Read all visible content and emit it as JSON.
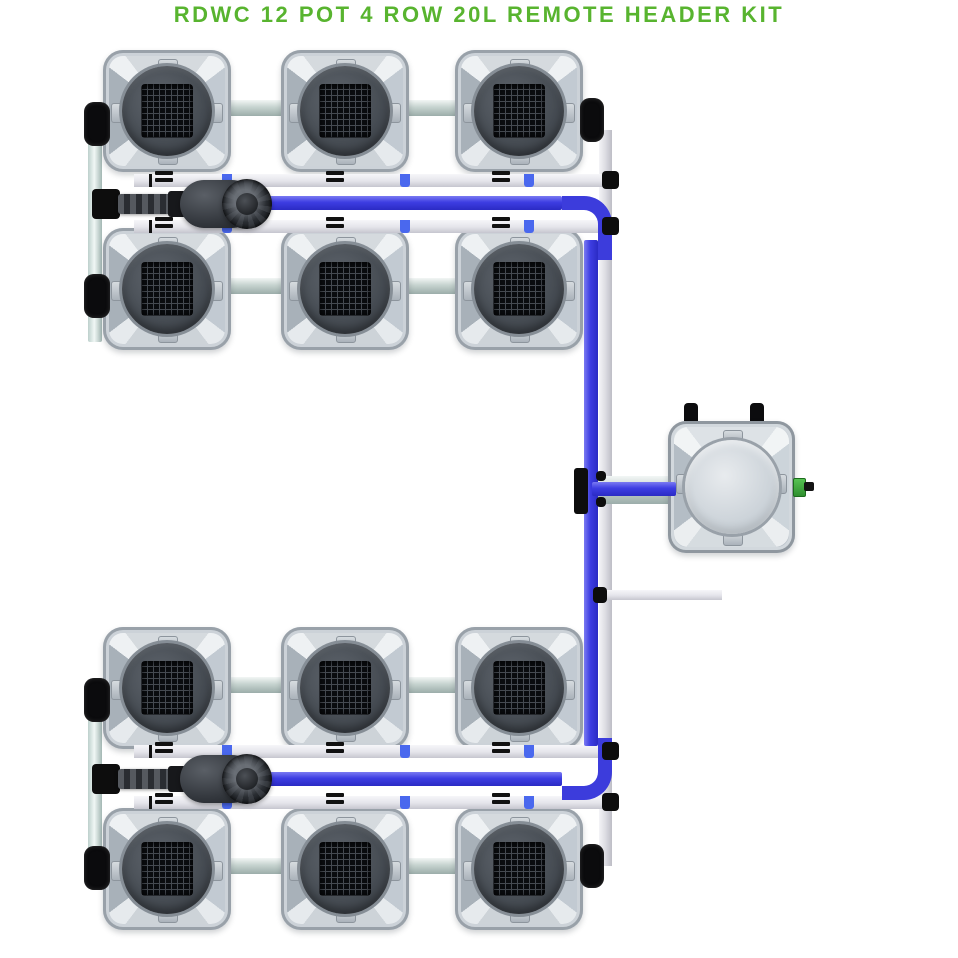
{
  "title": {
    "text": "RDWC 12 POT 4 ROW 20L REMOTE HEADER KIT",
    "color": "#58B42F"
  },
  "system": {
    "kit_type": "RDWC",
    "pot_count": 12,
    "row_count": 4,
    "pots_per_row": 3,
    "pot_volume": "20L",
    "header_style": "REMOTE HEADER",
    "grid": {
      "rows": 4,
      "cols": 3
    },
    "sections": [
      {
        "name": "top",
        "rows": [
          "row-1",
          "row-2"
        ],
        "pump": "pump-1"
      },
      {
        "name": "bottom",
        "rows": [
          "row-3",
          "row-4"
        ],
        "pump": "pump-2"
      }
    ],
    "pump_count": 2,
    "header_tank": {
      "position": "middle-right",
      "lid": "round-blank",
      "top_handles": 2,
      "side_fitting_color": "#3FAE3F"
    }
  },
  "colors": {
    "background": "#FFFFFF",
    "tube_blue": "#3D3DE2",
    "pipe_white": "#E4E4EA",
    "pipe_gray_green": "#C6D3CF",
    "pipe_teal": "#D9E9E5",
    "pot_body": "#C3CAD2",
    "pot_recess": "#474D54",
    "net_mesh": "#0A0C0F",
    "fitting_black": "#0D0D0D",
    "tank_lid": "#CCD3D9"
  }
}
